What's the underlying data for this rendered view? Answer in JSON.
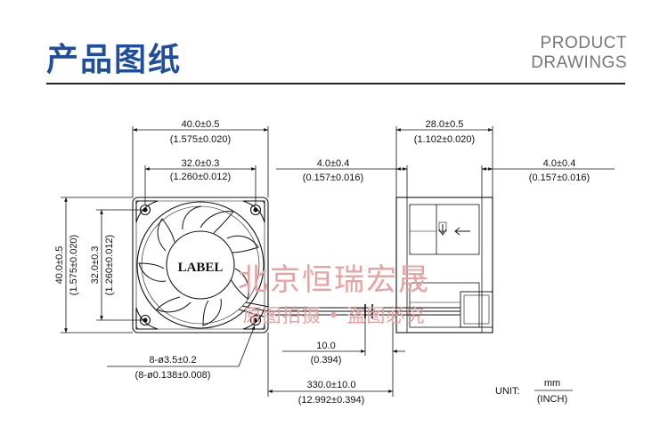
{
  "header": {
    "title_cn": "产品图纸",
    "title_en_line1": "PRODUCT",
    "title_en_line2": "DRAWINGS"
  },
  "dims": {
    "width_mm": "40.0±0.5",
    "width_in": "(1.575±0.020)",
    "pitch_mm": "32.0±0.3",
    "pitch_in": "(1.260±0.012)",
    "height_mm": "40.0±0.5",
    "height_in": "(1.575±0.020)",
    "vpitch_mm": "32.0±0.3",
    "vpitch_in": "(1.260±0.012)",
    "hole_mm": "8-ø3.5±0.2",
    "hole_in": "(8-ø0.138±0.008)",
    "depth_mm": "28.0±0.5",
    "depth_in": "(1.102±0.020)",
    "flange_left_mm": "4.0±0.4",
    "flange_left_in": "(0.157±0.016)",
    "flange_right_mm": "4.0±0.4",
    "flange_right_in": "(0.157±0.016)",
    "strip_mm": "10.0",
    "strip_in": "(0.394)",
    "lead_mm": "330.0±10.0",
    "lead_in": "(12.992±0.394)"
  },
  "label_text": "LABEL",
  "unit": {
    "label": "UNIT:",
    "mm": "mm",
    "inch": "(INCH)"
  },
  "watermark": {
    "line1": "北京恒瑞宏晟",
    "line2": "原图拍摄 • 盗图必究"
  }
}
